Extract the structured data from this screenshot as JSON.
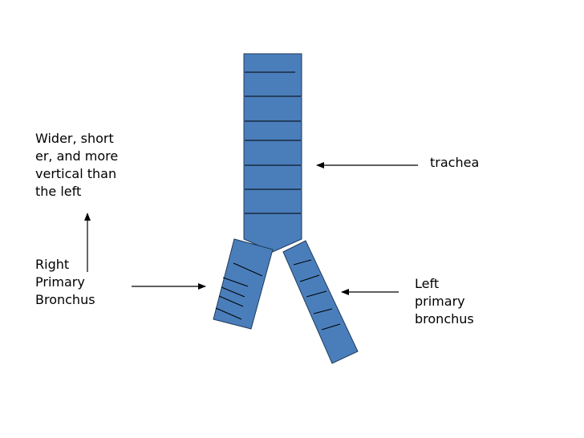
{
  "colors": {
    "airway_fill": "#4A7EBB",
    "airway_stroke": "#1F3B5C",
    "line": "#000000",
    "background": "#FFFFFF"
  },
  "labels": {
    "wider": [
      "Wider, short",
      "er, and more",
      "vertical than",
      "the left"
    ],
    "trachea": "trachea",
    "right_bronchus": [
      "Right",
      "Primary",
      "Bronchus"
    ],
    "left_bronchus": [
      "Left",
      "primary",
      "bronchus"
    ]
  }
}
